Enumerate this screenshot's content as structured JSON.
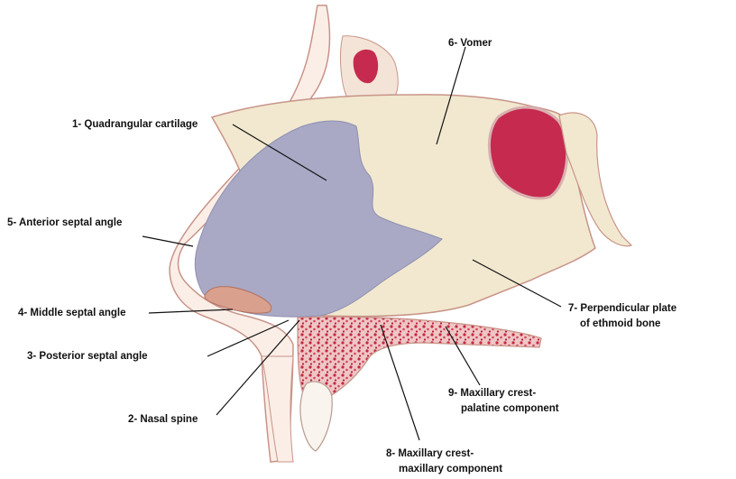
{
  "colors": {
    "cartilage": "#a9a9c6",
    "bone": "#f1e8cf",
    "marrow": "#e8b7ba",
    "sinus": "#c62a4f",
    "skin": "#fbeee7",
    "outline": "#c89488",
    "leader": "#111111"
  },
  "labels": {
    "quadrangular_cartilage": "1- Quadrangular cartilage",
    "nasal_spine": "2- Nasal spine",
    "posterior_septal_angle": "3- Posterior septal angle",
    "middle_septal_angle": "4- Middle septal angle",
    "anterior_septal_angle": "5- Anterior septal angle",
    "vomer": "6- Vomer",
    "perpendicular_plate_line1": "7- Perpendicular plate",
    "perpendicular_plate_line2": "of ethmoid bone",
    "maxillary_crest_maxillary_line1": "8- Maxillary crest-",
    "maxillary_crest_maxillary_line2": "maxillary component",
    "maxillary_crest_palatine_line1": "9- Maxillary crest-",
    "maxillary_crest_palatine_line2": "palatine component"
  }
}
